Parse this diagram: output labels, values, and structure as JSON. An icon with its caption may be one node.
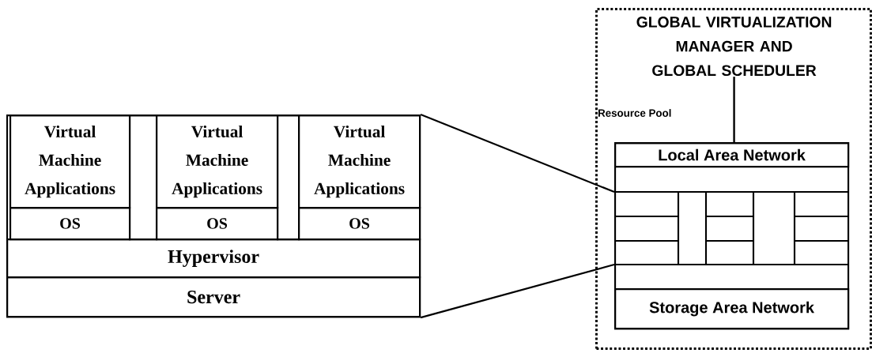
{
  "diagram": {
    "nodes": [
      {
        "text": [],
        "shape": "box"
      },
      {
        "text": [
          "GLOBAL VIRTUALIZATION MANAGER AND GLOBAL SCHEDULER"
        ],
        "in": 0
      },
      {
        "text": [],
        "shape": "box"
      },
      {
        "text": [
          "Virtual Machine Applications"
        ],
        "in": 2
      },
      {
        "text": [
          "OS"
        ],
        "in": 2
      },
      {
        "text": [
          "Virtual Machine Applications"
        ],
        "in": 2
      },
      {
        "text": [
          "OS"
        ],
        "in": 2
      },
      {
        "text": [
          "Virtual Machine Applications"
        ],
        "in": 2
      },
      {
        "text": [
          "OS"
        ],
        "in": 2
      },
      {
        "text": [
          "Hypervisor"
        ],
        "in": 2
      },
      {
        "text": [
          "Server"
        ],
        "in": 2
      },
      {
        "text": [],
        "shape": "box",
        "in": 0
      },
      {
        "text": [
          "Local Area Network"
        ],
        "in": 11
      },
      {
        "text": [
          "Storage Area Network"
        ],
        "in": 11
      },
      {
        "text": [],
        "shape": "box",
        "in": 2
      },
      {
        "text": [],
        "shape": "box",
        "in": 2
      }
    ],
    "edges": [
      {
        "from": 1,
        "to": 11,
        "arrow": "none"
      },
      {
        "from": 2,
        "to": 11,
        "arrow": "none"
      },
      {
        "from": 2,
        "to": 11,
        "arrow": "none"
      }
    ],
    "labels": [
      "Resource Pool"
    ]
  }
}
